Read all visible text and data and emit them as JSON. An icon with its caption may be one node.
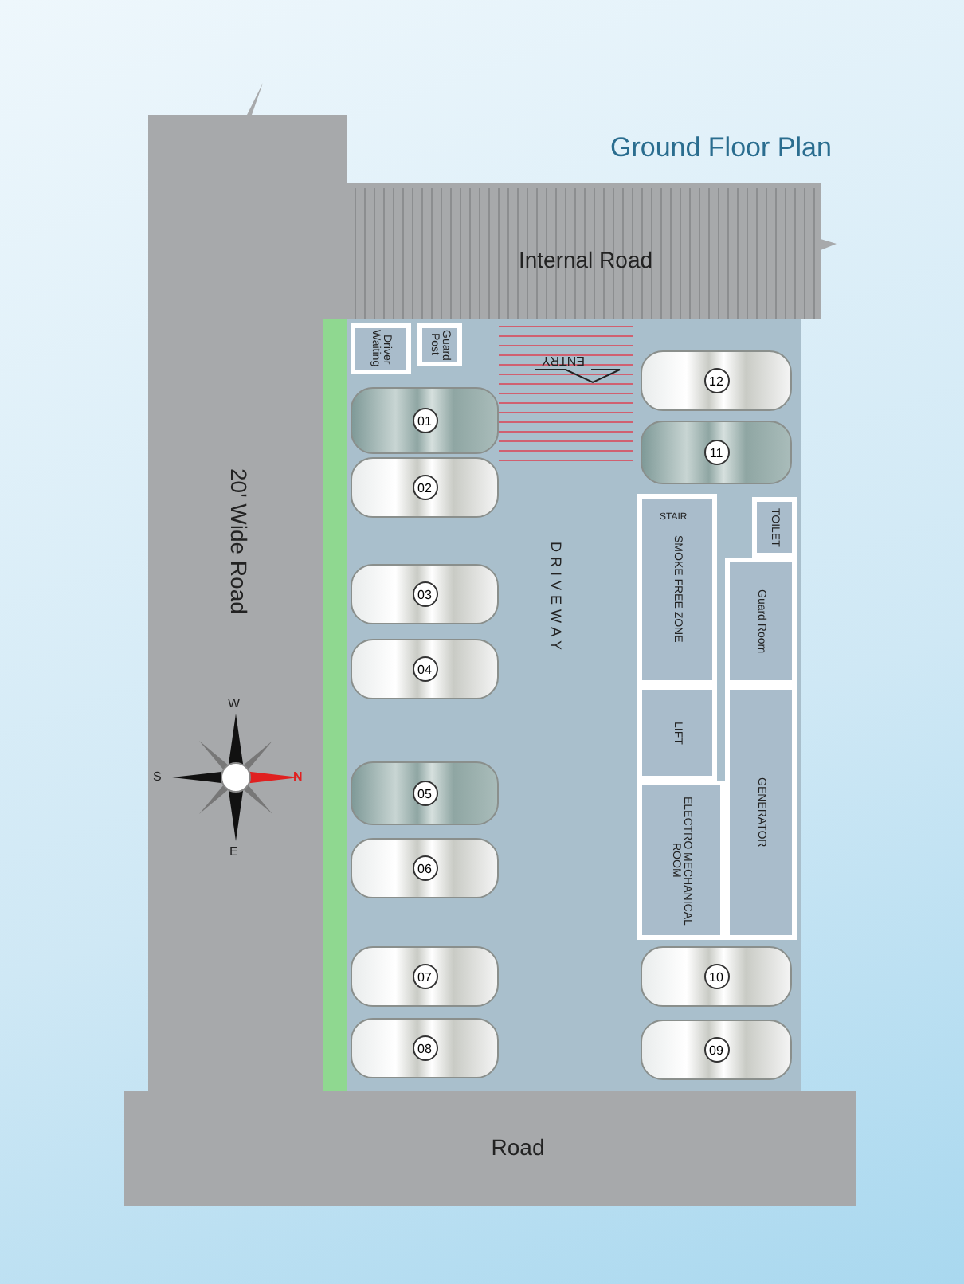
{
  "diagram": {
    "title": "Ground Floor Plan",
    "nodes": [
      {
        "text": [
          "Internal Road"
        ]
      },
      {
        "text": [
          "20' Wide Road"
        ]
      },
      {
        "text": [
          "Driver Waiting"
        ]
      },
      {
        "text": [
          "Guard Post"
        ]
      },
      {
        "text": [
          "12"
        ]
      },
      {
        "text": [
          "01"
        ]
      },
      {
        "text": [
          "11"
        ]
      },
      {
        "text": [
          "02"
        ]
      },
      {
        "text": [
          "TOILET"
        ]
      },
      {
        "text": [
          "SMOKE FREE ZONE"
        ]
      },
      {
        "text": [
          "Guard Room"
        ]
      },
      {
        "text": [
          "03"
        ]
      },
      {
        "text": [
          "04"
        ]
      },
      {
        "text": [
          "LIFT"
        ]
      },
      {
        "text": [
          "05"
        ]
      },
      {
        "text": [
          "GENERATOR"
        ]
      },
      {
        "text": [
          "ELECTRO MECHANICAL ROOM"
        ]
      },
      {
        "text": [
          "06"
        ]
      },
      {
        "text": [
          "07"
        ]
      },
      {
        "text": [
          "10"
        ]
      },
      {
        "text": [
          "08"
        ]
      },
      {
        "text": [
          "09"
        ]
      },
      {
        "text": [
          "Road"
        ]
      }
    ],
    "edges": [],
    "labels": [
      "ENTRY",
      "DRIVEWAY",
      "STAIR",
      "W",
      "S",
      "N",
      "E"
    ]
  }
}
